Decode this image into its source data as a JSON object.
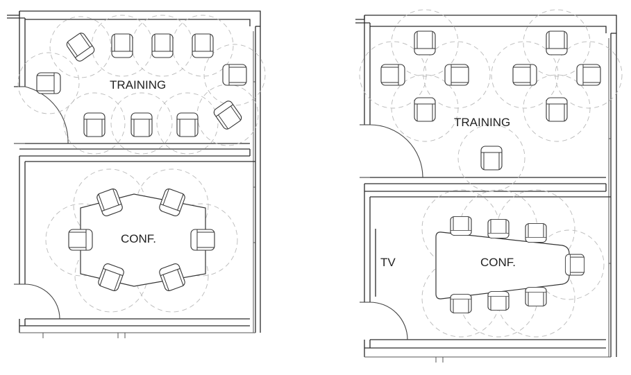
{
  "labels": {
    "left_training": "TRAINING",
    "left_conf": "CONF.",
    "right_training": "TRAINING",
    "right_conf": "CONF.",
    "right_tv": "TV"
  },
  "colors": {
    "wall": "#2a2a2a",
    "clearance": "#b9b9b9",
    "text": "#222222",
    "background": "#ffffff"
  }
}
